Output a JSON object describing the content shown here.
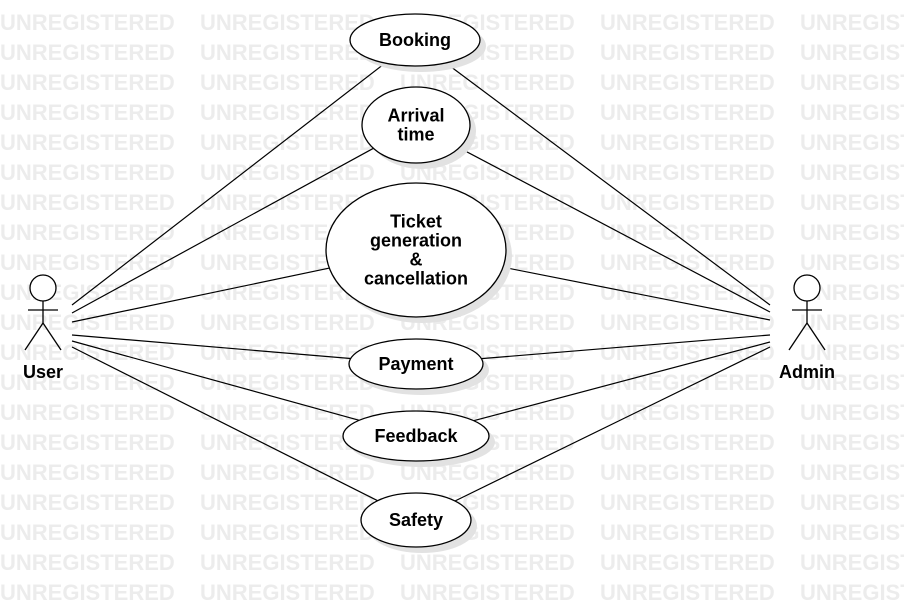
{
  "watermark": "UNREGISTERED",
  "actors": [
    {
      "id": "user",
      "label": "User"
    },
    {
      "id": "admin",
      "label": "Admin"
    }
  ],
  "use_cases": [
    {
      "id": "booking",
      "lines": [
        "Booking"
      ]
    },
    {
      "id": "arrival-time",
      "lines": [
        "Arrival",
        "time"
      ]
    },
    {
      "id": "ticket",
      "lines": [
        "Ticket",
        "generation",
        "&",
        "cancellation"
      ]
    },
    {
      "id": "payment",
      "lines": [
        "Payment"
      ]
    },
    {
      "id": "feedback",
      "lines": [
        "Feedback"
      ]
    },
    {
      "id": "safety",
      "lines": [
        "Safety"
      ]
    }
  ],
  "associations": [
    {
      "actor": "user",
      "use_case": "booking"
    },
    {
      "actor": "user",
      "use_case": "arrival-time"
    },
    {
      "actor": "user",
      "use_case": "ticket"
    },
    {
      "actor": "user",
      "use_case": "payment"
    },
    {
      "actor": "user",
      "use_case": "feedback"
    },
    {
      "actor": "user",
      "use_case": "safety"
    },
    {
      "actor": "admin",
      "use_case": "booking"
    },
    {
      "actor": "admin",
      "use_case": "arrival-time"
    },
    {
      "actor": "admin",
      "use_case": "ticket"
    },
    {
      "actor": "admin",
      "use_case": "payment"
    },
    {
      "actor": "admin",
      "use_case": "feedback"
    },
    {
      "actor": "admin",
      "use_case": "safety"
    }
  ]
}
